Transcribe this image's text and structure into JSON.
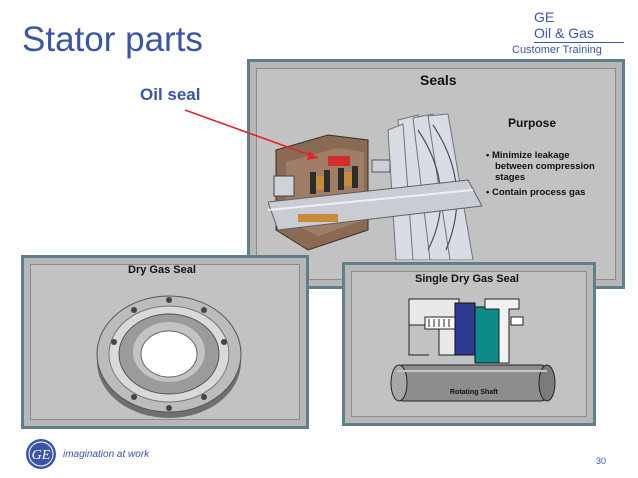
{
  "slide": {
    "title": "Stator parts",
    "callout": "Oil seal",
    "page_number": "30"
  },
  "brand": {
    "line1": "GE",
    "line2": "Oil & Gas",
    "line3": "Customer Training",
    "tagline": "imagination at work",
    "logo_text": "GE",
    "color": "#3b55a6"
  },
  "panels": {
    "seals": {
      "title": "Seals",
      "subtitle": "Purpose",
      "bullets": [
        "• Minimize leakage",
        "between compression",
        "stages",
        "• Contain process gas"
      ]
    },
    "dry_gas": {
      "title": "Dry Gas Seal"
    },
    "single_dry_gas": {
      "title": "Single Dry Gas Seal",
      "shaft_label": "Rotating Shaft"
    }
  },
  "colors": {
    "panel_border": "#5f7f8b",
    "panel_bg": "#b7b7b7",
    "arrow": "#e0262a"
  }
}
